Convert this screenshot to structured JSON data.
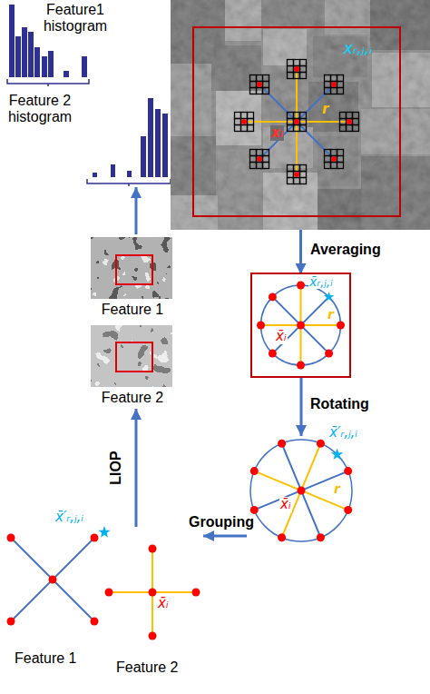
{
  "diagram": {
    "nodes": [
      {
        "text": [
          "Feature1 histogram"
        ]
      },
      {
        "text": [
          "Feature 2 histogram"
        ]
      },
      {
        "text": [
          "Feature 1"
        ]
      },
      {
        "text": [
          "Feature 2"
        ]
      },
      {
        "text": [
          "xᵣ,ⱼ,ᵢ",
          "r",
          "xᵢ"
        ]
      },
      {
        "text": [
          "x̄ᵣ,ⱼ,ᵢ",
          "r",
          "x̄ᵢ"
        ]
      },
      {
        "text": [
          "x̄′ᵣ,ⱼ,ᵢ",
          "r",
          "x̄ᵢ"
        ]
      },
      {
        "text": [
          "x̄′ᵣ,ⱼ,ᵢ",
          "Feature 1"
        ]
      },
      {
        "text": [
          "x̄ᵢ",
          "Feature 2"
        ]
      }
    ],
    "edges": [
      {
        "from": 4,
        "to": 5,
        "arrow": "to",
        "label": "Averaging"
      },
      {
        "from": 5,
        "to": 6,
        "arrow": "to",
        "label": "Rotating"
      },
      {
        "from": 6,
        "to": 8,
        "arrow": "to",
        "label": "Grouping"
      },
      {
        "from": 8,
        "to": 3,
        "arrow": "to",
        "label": "LIOP"
      },
      {
        "from": 2,
        "to": 1,
        "arrow": "to"
      }
    ]
  }
}
